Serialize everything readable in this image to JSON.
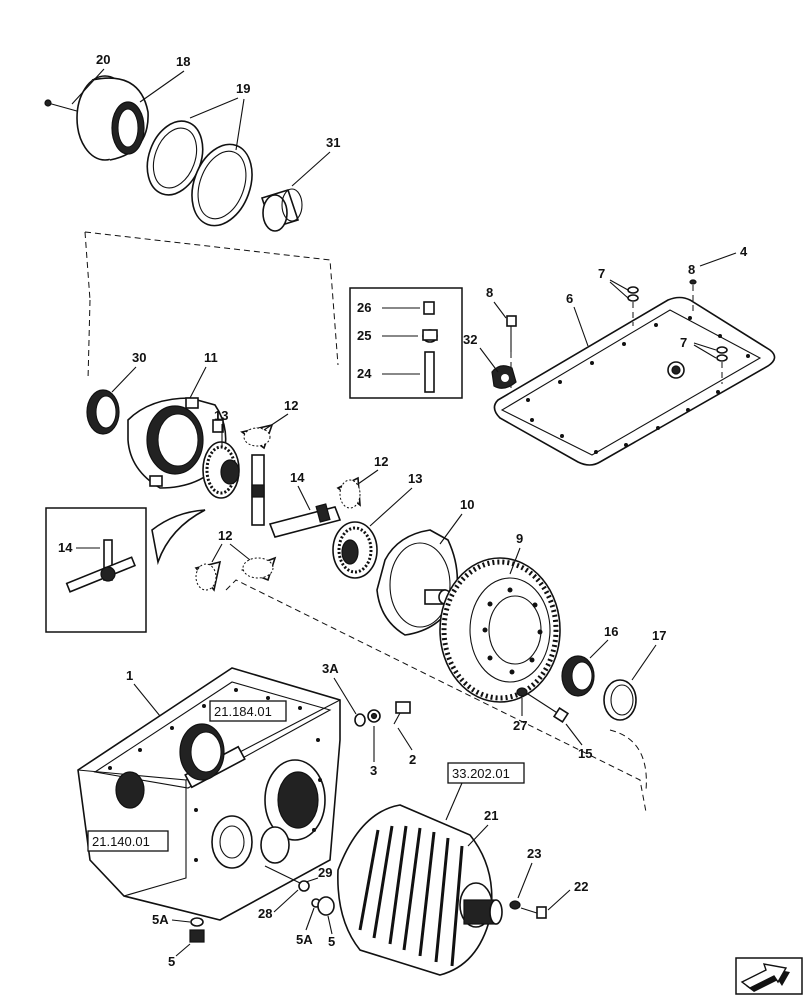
{
  "callouts": {
    "c20": "20",
    "c18": "18",
    "c19": "19",
    "c31": "31",
    "c4": "4",
    "c8a": "8",
    "c7a": "7",
    "c8b": "8",
    "c6": "6",
    "c32": "32",
    "c7b": "7",
    "c26": "26",
    "c25": "25",
    "c24": "24",
    "c30": "30",
    "c11": "11",
    "c13a": "13",
    "c12a": "12",
    "c12b": "12",
    "c14a": "14",
    "c13b": "13",
    "c10": "10",
    "c9": "9",
    "c14b": "14",
    "c12c": "12",
    "c1": "1",
    "c3A": "3A",
    "c3": "3",
    "c2": "2",
    "c16": "16",
    "c17": "17",
    "c27": "27",
    "c15": "15",
    "c21": "21",
    "c23": "23",
    "c22": "22",
    "c29": "29",
    "c28": "28",
    "c5A1": "5A",
    "c5a": "5",
    "c5A2": "5A",
    "c5b": "5"
  },
  "references": {
    "r1": "21.184.01",
    "r2": "33.202.01",
    "r3": "21.140.01"
  },
  "icons": {
    "nav": "next-page-arrow-icon"
  }
}
